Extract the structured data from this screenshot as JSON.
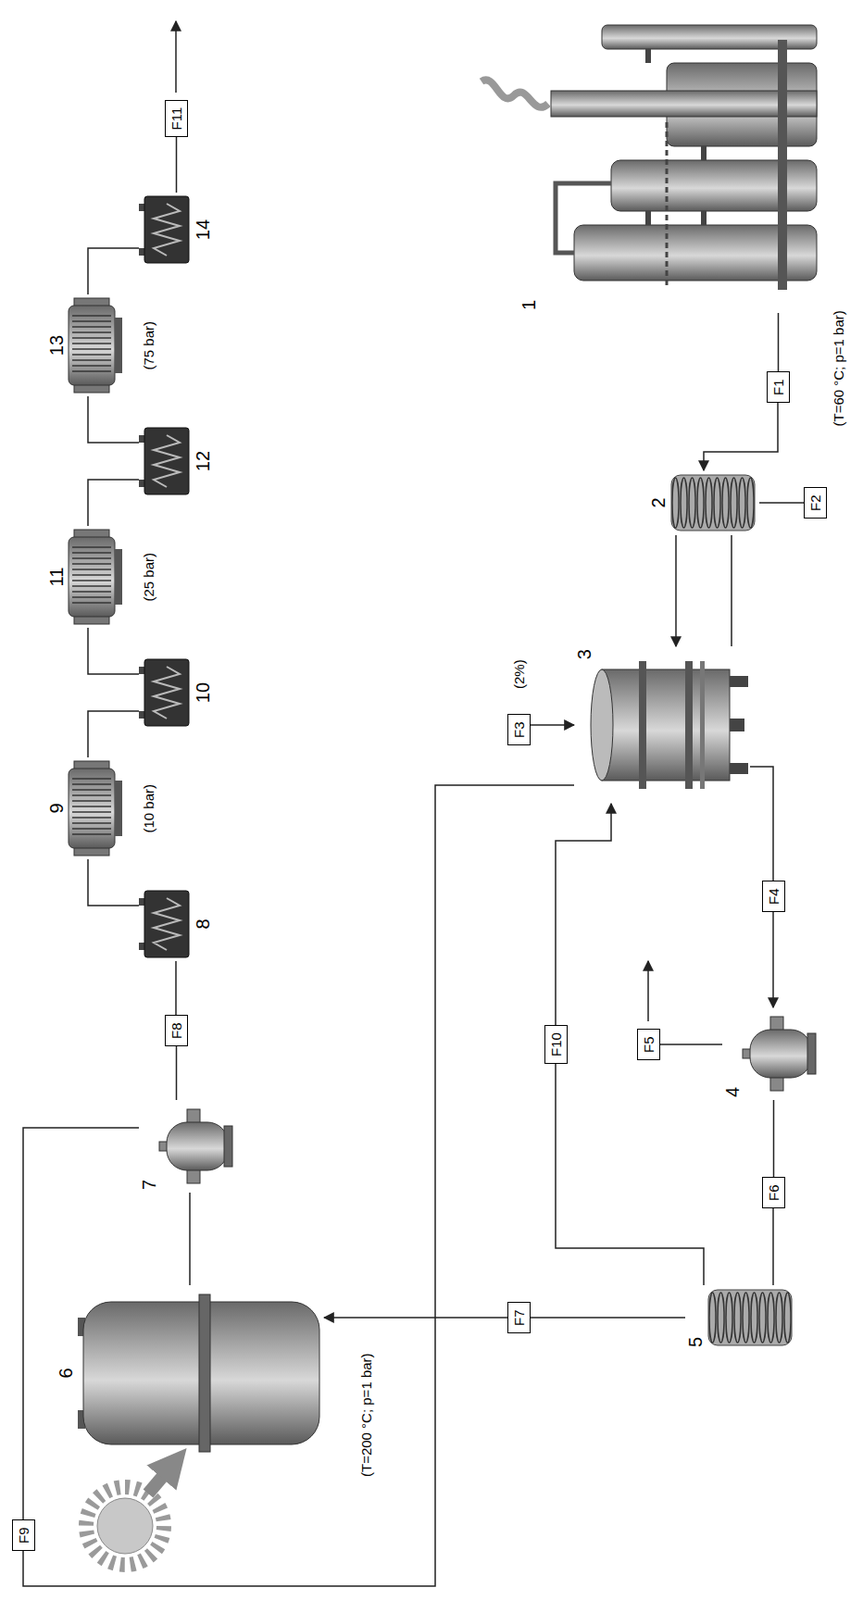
{
  "diagram": {
    "nodes": [
      {
        "text": [
          "F9"
        ]
      },
      {
        "text": [
          "6"
        ]
      },
      {
        "text": [
          "7"
        ]
      },
      {
        "text": [
          "F8"
        ]
      },
      {
        "text": [
          "8"
        ]
      },
      {
        "text": [
          "9"
        ]
      },
      {
        "text": [
          "10"
        ]
      },
      {
        "text": [
          "11"
        ]
      },
      {
        "text": [
          "12"
        ]
      },
      {
        "text": [
          "13"
        ]
      },
      {
        "text": [
          "14"
        ]
      },
      {
        "text": [
          "F11"
        ]
      },
      {
        "text": [
          "F3"
        ]
      },
      {
        "text": [
          "F10"
        ]
      },
      {
        "text": [
          "F7"
        ]
      },
      {
        "text": [
          "F5"
        ]
      },
      {
        "text": [
          "3"
        ]
      },
      {
        "text": [
          "2"
        ]
      },
      {
        "text": [
          "1"
        ]
      },
      {
        "text": [
          "5"
        ]
      },
      {
        "text": [
          "4"
        ]
      },
      {
        "text": [
          "F6"
        ]
      },
      {
        "text": [
          "F4"
        ]
      },
      {
        "text": [
          "F2"
        ]
      },
      {
        "text": [
          "F1"
        ]
      }
    ],
    "edges": [
      {
        "from": 18,
        "to": 24,
        "arrow": "none"
      },
      {
        "from": 24,
        "to": 17,
        "arrow": "to"
      },
      {
        "from": 17,
        "to": 23,
        "arrow": "none"
      },
      {
        "from": 17,
        "to": 16,
        "arrow": "to"
      },
      {
        "from": 16,
        "to": 17,
        "arrow": "none"
      },
      {
        "from": 12,
        "to": 16,
        "arrow": "to"
      },
      {
        "from": 16,
        "to": 22,
        "arrow": "none"
      },
      {
        "from": 22,
        "to": 20,
        "arrow": "to"
      },
      {
        "from": 20,
        "to": 15,
        "arrow": "none"
      },
      {
        "from": 20,
        "to": 21,
        "arrow": "none"
      },
      {
        "from": 21,
        "to": 19,
        "arrow": "none"
      },
      {
        "from": 19,
        "to": 14,
        "arrow": "none"
      },
      {
        "from": 14,
        "to": 1,
        "arrow": "to"
      },
      {
        "from": 19,
        "to": 13,
        "arrow": "none"
      },
      {
        "from": 13,
        "to": 16,
        "arrow": "to"
      },
      {
        "from": 1,
        "to": 2,
        "arrow": "none"
      },
      {
        "from": 2,
        "to": 0,
        "arrow": "none"
      },
      {
        "from": 0,
        "to": 16,
        "arrow": "none"
      },
      {
        "from": 2,
        "to": 3,
        "arrow": "none"
      },
      {
        "from": 3,
        "to": 4,
        "arrow": "none"
      },
      {
        "from": 4,
        "to": 5,
        "arrow": "none"
      },
      {
        "from": 5,
        "to": 6,
        "arrow": "none"
      },
      {
        "from": 6,
        "to": 7,
        "arrow": "none"
      },
      {
        "from": 7,
        "to": 8,
        "arrow": "none"
      },
      {
        "from": 8,
        "to": 9,
        "arrow": "none"
      },
      {
        "from": 9,
        "to": 10,
        "arrow": "none"
      },
      {
        "from": 10,
        "to": 11,
        "arrow": "none"
      }
    ],
    "labels": [
      "(T=60 °C; p=1 bar)",
      "(2%)",
      "(T=200 °C; p=1 bar)",
      "(10 bar)",
      "(25 bar)",
      "(75 bar)"
    ]
  }
}
